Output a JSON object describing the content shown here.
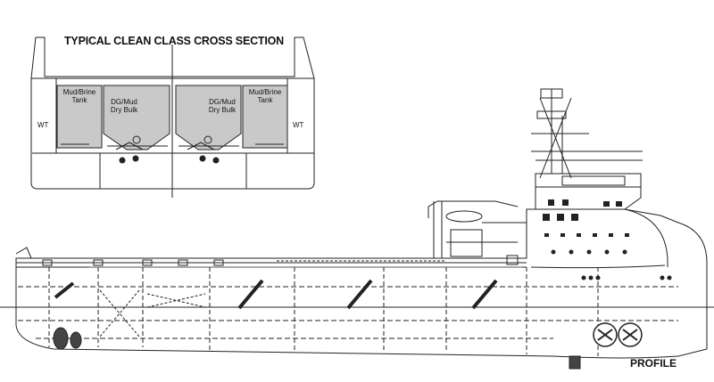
{
  "cross_section": {
    "title": "TYPICAL CLEAN CLASS CROSS SECTION",
    "tanks": {
      "left_wt": "WT",
      "right_wt": "WT",
      "mud_brine_left": [
        "Mud/Brine",
        "Tank"
      ],
      "mud_brine_right": [
        "Mud/Brine",
        "Tank"
      ],
      "dg_mud_left": [
        "DG/Mud",
        "Dry Bulk"
      ],
      "dg_mud_right": [
        "DG/Mud",
        "Dry Bulk"
      ]
    }
  },
  "profile": {
    "label": "PROFILE"
  },
  "colors": {
    "line": "#222222",
    "tank_fill": "#c9c9c9",
    "background": "#ffffff"
  }
}
